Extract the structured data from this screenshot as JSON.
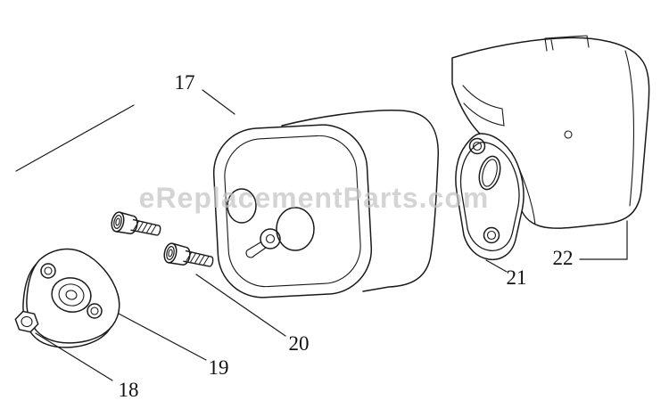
{
  "watermark": {
    "text": "eReplacementParts.com",
    "color": "#c4c4c4"
  },
  "labels": {
    "part17": "17",
    "part18": "18",
    "part19": "19",
    "part20": "20",
    "part21": "21",
    "part22": "22"
  },
  "colors": {
    "line": "#1a1a1a",
    "background": "#ffffff",
    "label": "#111111"
  }
}
